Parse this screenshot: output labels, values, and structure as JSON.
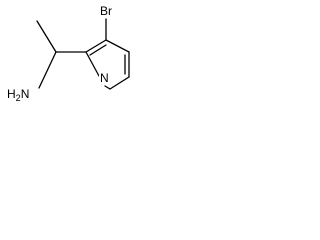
{
  "molecule": {
    "atoms": {
      "bromine": "Br",
      "ring_nitrogen": "N",
      "amine_main": "H",
      "amine_subscript": "2",
      "amine_tail": "N"
    },
    "colors": {
      "bond": "#000000",
      "label": "#000000",
      "background": "#ffffff"
    }
  }
}
